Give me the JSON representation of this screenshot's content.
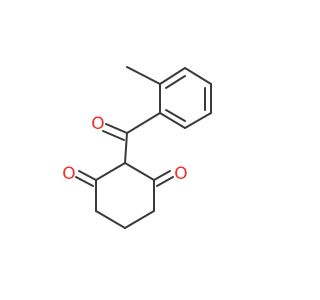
{
  "molecule": {
    "atoms": {
      "o_ketone": {
        "symbol": "O",
        "color": "#e8322b"
      },
      "o_left": {
        "symbol": "O",
        "color": "#e8322b"
      },
      "o_right": {
        "symbol": "O",
        "color": "#e8322b"
      }
    },
    "bond_color": "#3a3a3a",
    "background": "#ffffff"
  }
}
